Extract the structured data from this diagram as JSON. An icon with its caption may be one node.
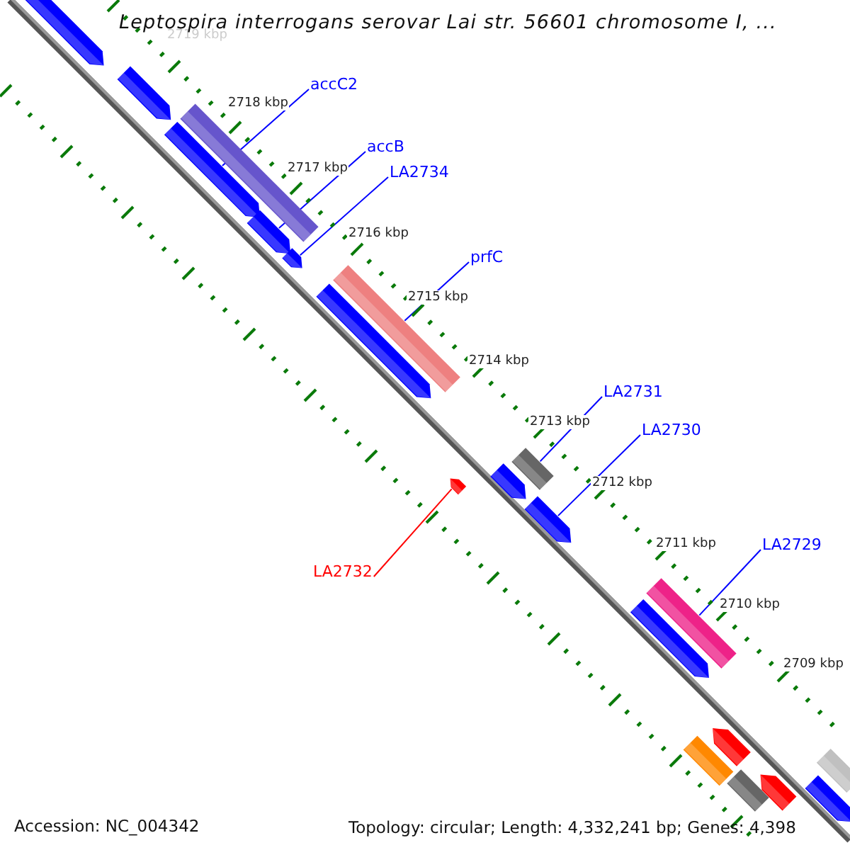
{
  "diagram": {
    "title": "Leptospira interrogans serovar Lai str. 56601 chromosome I, ...",
    "nodes": [
      {
        "text": [
          "accC2"
        ]
      },
      {
        "text": [
          "accB"
        ]
      },
      {
        "text": [
          "LA2734"
        ]
      },
      {
        "text": [
          "prfC"
        ]
      },
      {
        "text": [
          "LA2731"
        ]
      },
      {
        "text": [
          "LA2730"
        ]
      },
      {
        "text": [
          "LA2732"
        ]
      },
      {
        "text": [
          "LA2729"
        ]
      },
      {
        "text": [],
        "shape": "pentagon"
      },
      {
        "text": [],
        "shape": "pentagon"
      },
      {
        "text": [],
        "shape": "bar"
      },
      {
        "text": [],
        "shape": "pentagon"
      },
      {
        "text": [],
        "shape": "pentagon"
      },
      {
        "text": [],
        "shape": "pentagon"
      },
      {
        "text": [],
        "shape": "pentagon"
      },
      {
        "text": [],
        "shape": "bar"
      },
      {
        "text": [],
        "shape": "pentagon"
      },
      {
        "text": [],
        "shape": "bar"
      },
      {
        "text": [],
        "shape": "pentagon"
      },
      {
        "text": [],
        "shape": "pentagon"
      },
      {
        "text": [],
        "shape": "pentagon"
      },
      {
        "text": [],
        "shape": "bar"
      },
      {
        "text": [],
        "shape": "bar"
      },
      {
        "text": [],
        "shape": "pentagon"
      },
      {
        "text": [],
        "shape": "pentagon"
      },
      {
        "text": [],
        "shape": "bar"
      },
      {
        "text": [],
        "shape": "bar"
      },
      {
        "text": [],
        "shape": "pentagon"
      }
    ],
    "edges": [
      {
        "from": 0,
        "to": 11,
        "arrow": "none"
      },
      {
        "from": 1,
        "to": 12,
        "arrow": "none"
      },
      {
        "from": 2,
        "to": 13,
        "arrow": "none"
      },
      {
        "from": 3,
        "to": 15,
        "arrow": "none"
      },
      {
        "from": 4,
        "to": 17,
        "arrow": "none"
      },
      {
        "from": 5,
        "to": 19,
        "arrow": "none"
      },
      {
        "from": 6,
        "to": 18,
        "arrow": "none",
        "color": "#ff0000"
      },
      {
        "from": 7,
        "to": 21,
        "arrow": "none"
      }
    ],
    "labels": [
      "2719 kbp",
      "2718 kbp",
      "2717 kbp",
      "2716 kbp",
      "2715 kbp",
      "2714 kbp",
      "2713 kbp",
      "2712 kbp",
      "2711 kbp",
      "2710 kbp",
      "2709 kbp",
      "Accession: NC_004342",
      "Topology: circular; Length: 4,332,241 bp; Genes: 4,398"
    ]
  }
}
